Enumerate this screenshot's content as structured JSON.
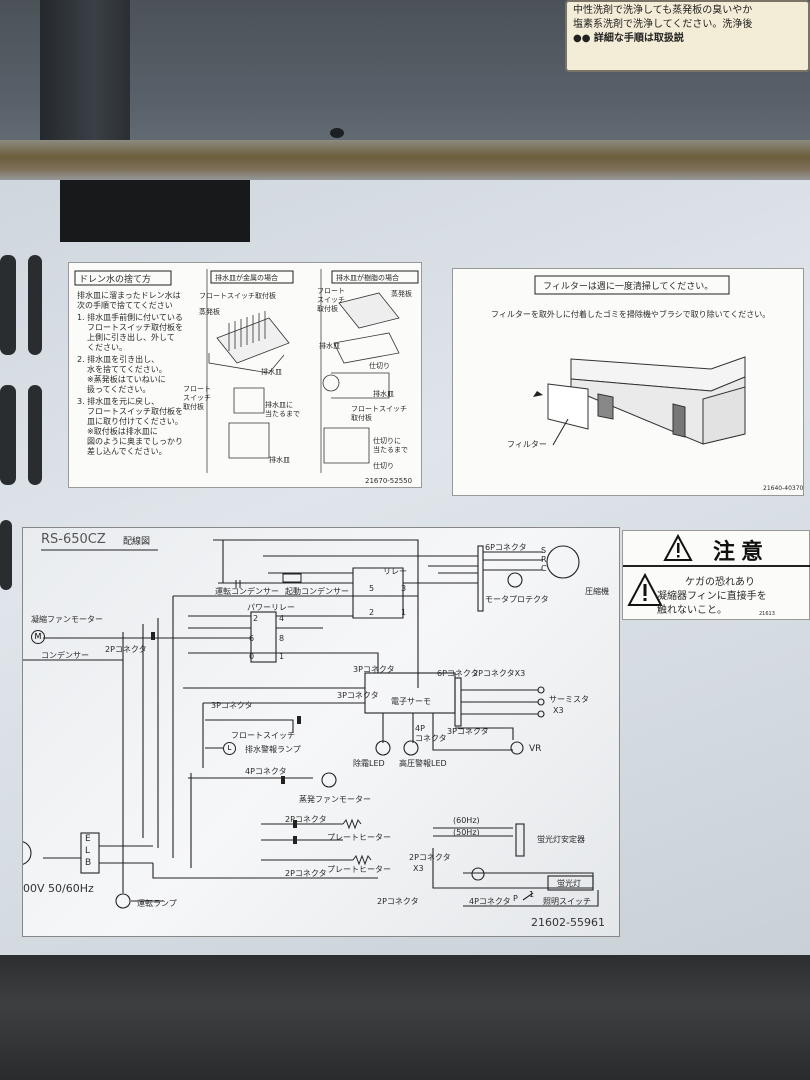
{
  "top_sticker": {
    "lines": [
      "中性洗剤で洗浄しても蒸発板の臭いやか",
      "塩素系洗剤で洗浄してください。洗浄後",
      "●● 詳細な手順は取扱説"
    ]
  },
  "drain_label": {
    "title": "ドレン水の捨て方",
    "col2_title": "排水皿が金属の場合",
    "col3_title": "排水皿が樹脂の場合",
    "intro": [
      "排水皿に溜まったドレン水は",
      "次の手順で捨ててください"
    ],
    "step1": [
      "1. 排水皿手前側に付いている",
      "フロートスイッチ取付板を",
      "上側に引き出し、外して",
      "ください。"
    ],
    "step2": [
      "2. 排水皿を引き出し、",
      "水を捨ててください。",
      "※蒸発板はていねいに",
      "扱ってください。"
    ],
    "step3": [
      "3. 排水皿を元に戻し、",
      "フロートスイッチ取付板を",
      "皿に取り付けてください。",
      "※取付板は排水皿に",
      "図のように奥までしっかり",
      "差し込んでください。"
    ],
    "c2_float": "フロートスイッチ取付板",
    "c2_evap": "蒸発板",
    "c2_tray": "排水皿",
    "c2_float2": [
      "フロート",
      "スイッチ",
      "取付板"
    ],
    "c2_until": [
      "排水皿に",
      "当たるまで"
    ],
    "c2_tray2": "排水皿",
    "c3_float": [
      "フロート",
      "スイッチ",
      "取付板"
    ],
    "c3_evap": "蒸発板",
    "c3_tray": "排水皿",
    "c3_div": "仕切り",
    "c3_tray2": "排水皿",
    "c3_float2": [
      "フロートスイッチ",
      "取付板"
    ],
    "c3_div2": [
      "仕切りに",
      "当たるまで"
    ],
    "c3_div3": "仕切り",
    "code": "21670-52550"
  },
  "filter_label": {
    "title": "フィルターは週に一度清掃してください。",
    "text": "フィルターを取外しに付着したゴミを掃除機やブラシで取り除いてください。",
    "callout": "フィルター",
    "code": "21640-40370"
  },
  "caution_label": {
    "title": "注意",
    "lines": [
      "ケガの恐れあり",
      "凝縮器フィンに直接手を",
      "触れないこと。"
    ],
    "code": "21613"
  },
  "wiring": {
    "model": "RS-650CZ",
    "title": "配線図",
    "labels": {
      "run_cap": "運転コンデンサー",
      "start_cap": "起動コンデンサー",
      "relay": "リレー",
      "p6": "6Pコネクタ",
      "compressor": "圧縮機",
      "motor_protector": "モータプロテクタ",
      "power_relay": "パワーリレー",
      "cond_fan": "凝縮ファンモーター",
      "condenser": "コンデンサー",
      "p2a": "2Pコネクタ",
      "p3a": "3Pコネクタ",
      "p6b": "6Pコネクタ",
      "p2x3": "2PコネクタX3",
      "p3b": "3Pコネクタ",
      "thermo": "電子サーモ",
      "thermistor": "サーミスタ",
      "x3a": "X3",
      "p3c": "3Pコネクタ",
      "float_sw": "フロートスイッチ",
      "drain_lamp": "排水警報ランプ",
      "p4a": "4P",
      "p4b": "コネクタ",
      "p3d": "3Pコネクタ",
      "vr": "VR",
      "led1": "除霜LED",
      "led2": "高圧警報LED",
      "p4c": "4Pコネクタ",
      "evap_fan": "蒸発ファンモーター",
      "p2b": "2Pコネクタ",
      "plate_heater1": "プレートヒーター",
      "p2c": "2Pコネクタ",
      "plate_heater2": "プレートヒーター",
      "hz60": "(60Hz)",
      "hz50": "(50Hz)",
      "fl_ballast": "蛍光灯安定器",
      "p2d": "2Pコネクタ",
      "x3b": "X3",
      "fl": "蛍光灯",
      "p2e": "2Pコネクタ",
      "p4d": "4Pコネクタ",
      "light_sw": "照明スイッチ",
      "p1": "P",
      "one": "1",
      "elb_e": "E",
      "elb_l": "L",
      "elb_b": "B",
      "power": "00V 50/60Hz",
      "run_lamp": "運転ランプ",
      "code": "21602-55961",
      "s": "S",
      "r": "R",
      "c": "C",
      "m": "M",
      "l": "L",
      "n1": "1",
      "n2": "2",
      "n3": "3",
      "n4": "4",
      "n5": "5",
      "n6": "6",
      "n8": "8",
      "n0": "0",
      "n2b": "2",
      "n1b": "1"
    }
  }
}
